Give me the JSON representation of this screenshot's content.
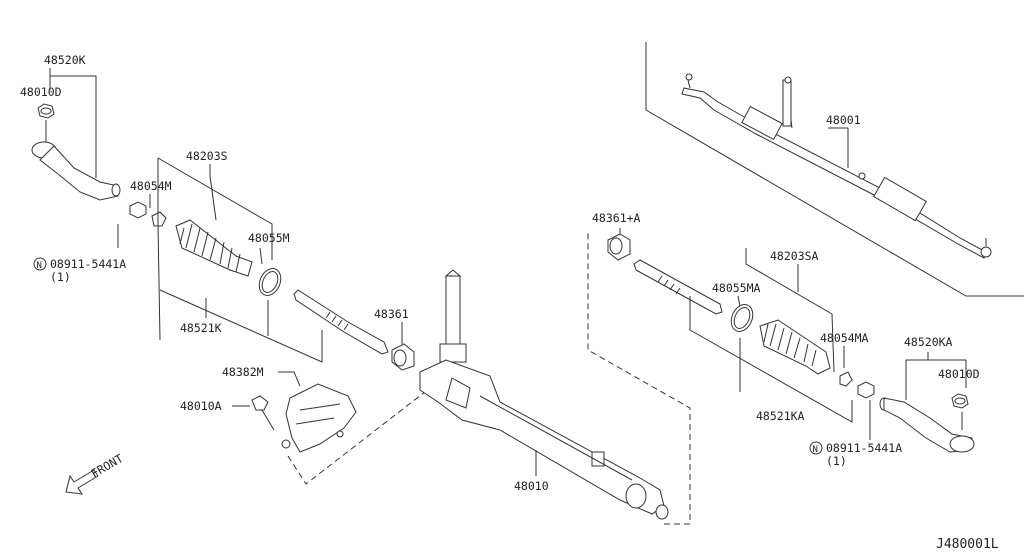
{
  "diagram": {
    "code": "J480001L",
    "front": "FRONT",
    "labels": {
      "tie_rod_end_left": "48520K",
      "nut_left": "48010D",
      "boot_left": "48203S",
      "clip_left": "48054M",
      "band_left": "48055M",
      "nut_note_left": "08911-5441A",
      "qty_left": "(1)",
      "inner_socket_left": "48521K",
      "bushing_left": "48361",
      "insulator": "48382M",
      "bolt": "48010A",
      "gear_assembly": "48010",
      "overview_assembly": "48001",
      "bushing_right": "48361+A",
      "boot_right": "48203SA",
      "band_right": "48055MA",
      "clip_right": "48054MA",
      "tie_rod_end_right": "48520KA",
      "nut_right": "48010D",
      "inner_socket_right": "48521KA",
      "nut_note_right": "08911-5441A",
      "qty_right": "(1)"
    },
    "symbols": {
      "n_circle": "N"
    }
  }
}
